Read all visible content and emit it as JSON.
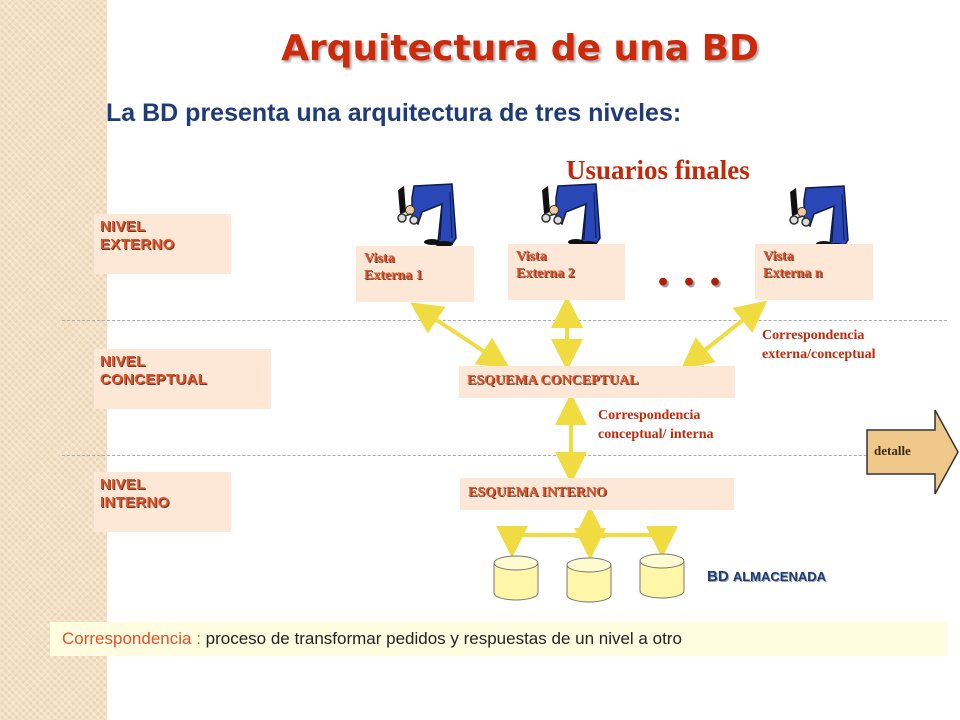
{
  "title": "Arquitectura de una BD",
  "subtitle": "La BD presenta una arquitectura de tres niveles:",
  "users_label": "Usuarios finales",
  "levels": {
    "externo": [
      "NIVEL",
      "EXTERNO"
    ],
    "conceptual": [
      "NIVEL",
      "CONCEPTUAL"
    ],
    "interno": [
      "NIVEL",
      "INTERNO"
    ]
  },
  "views": [
    {
      "line1": "Vista",
      "line2": "Externa 1"
    },
    {
      "line1": "Vista",
      "line2": "Externa 2"
    },
    {
      "line1": "Vista",
      "line2": "Externa n"
    }
  ],
  "ellipsis": "...",
  "schemas": {
    "conceptual": "ESQUEMA CONCEPTUAL",
    "interno": "ESQUEMA INTERNO"
  },
  "mappings": {
    "ext_conceptual": [
      "Correspondencia",
      "externa/conceptual"
    ],
    "conceptual_interna": [
      "Correspondencia",
      "conceptual/ interna"
    ]
  },
  "detail_button": "detalle",
  "storage_label": {
    "part1": "BD",
    "part2": "ALMACENADA"
  },
  "footer": {
    "keyword": "Correspondencia",
    "separator": " : ",
    "definition": "proceso de transformar pedidos y respuestas de un nivel a otro"
  },
  "colors": {
    "title": "#cc2a0a",
    "subtitle": "#1f3b78",
    "box_fill": "#fde8d7",
    "box_text": "#e0502a",
    "arrow": "#f0dc40",
    "cylinder": "#fff6a8",
    "detail_arrow": "#f0c98a"
  },
  "icons": [
    "user-figure-icon",
    "user-figure-icon",
    "user-figure-icon",
    "database-cylinder-icon",
    "right-arrow-icon"
  ]
}
